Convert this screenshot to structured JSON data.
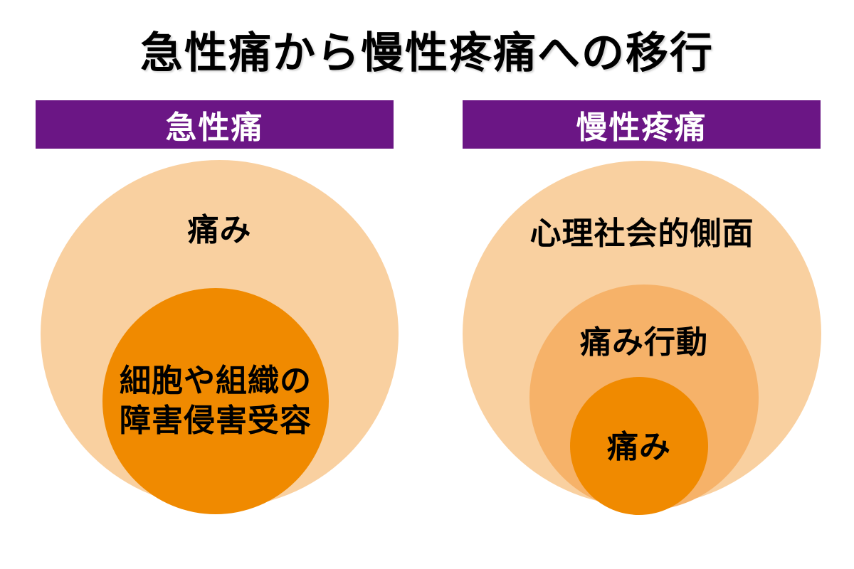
{
  "title": "急性痛から慢性疼痛への移行",
  "left_panel": {
    "header": "急性痛",
    "outer_label": "痛み",
    "inner_label_line1": "細胞や組織の",
    "inner_label_line2": "障害侵害受容"
  },
  "right_panel": {
    "header": "慢性疼痛",
    "outer_label": "心理社会的側面",
    "middle_label": "痛み行動",
    "inner_label": "痛み"
  },
  "colors": {
    "header_bg": "#6B1685",
    "header_text": "#FFFFFF",
    "outer_circle": "#F9D0A0",
    "middle_circle": "#F6B269",
    "inner_circle": "#F08A00",
    "label_text": "#000000",
    "title_text": "#000000"
  }
}
